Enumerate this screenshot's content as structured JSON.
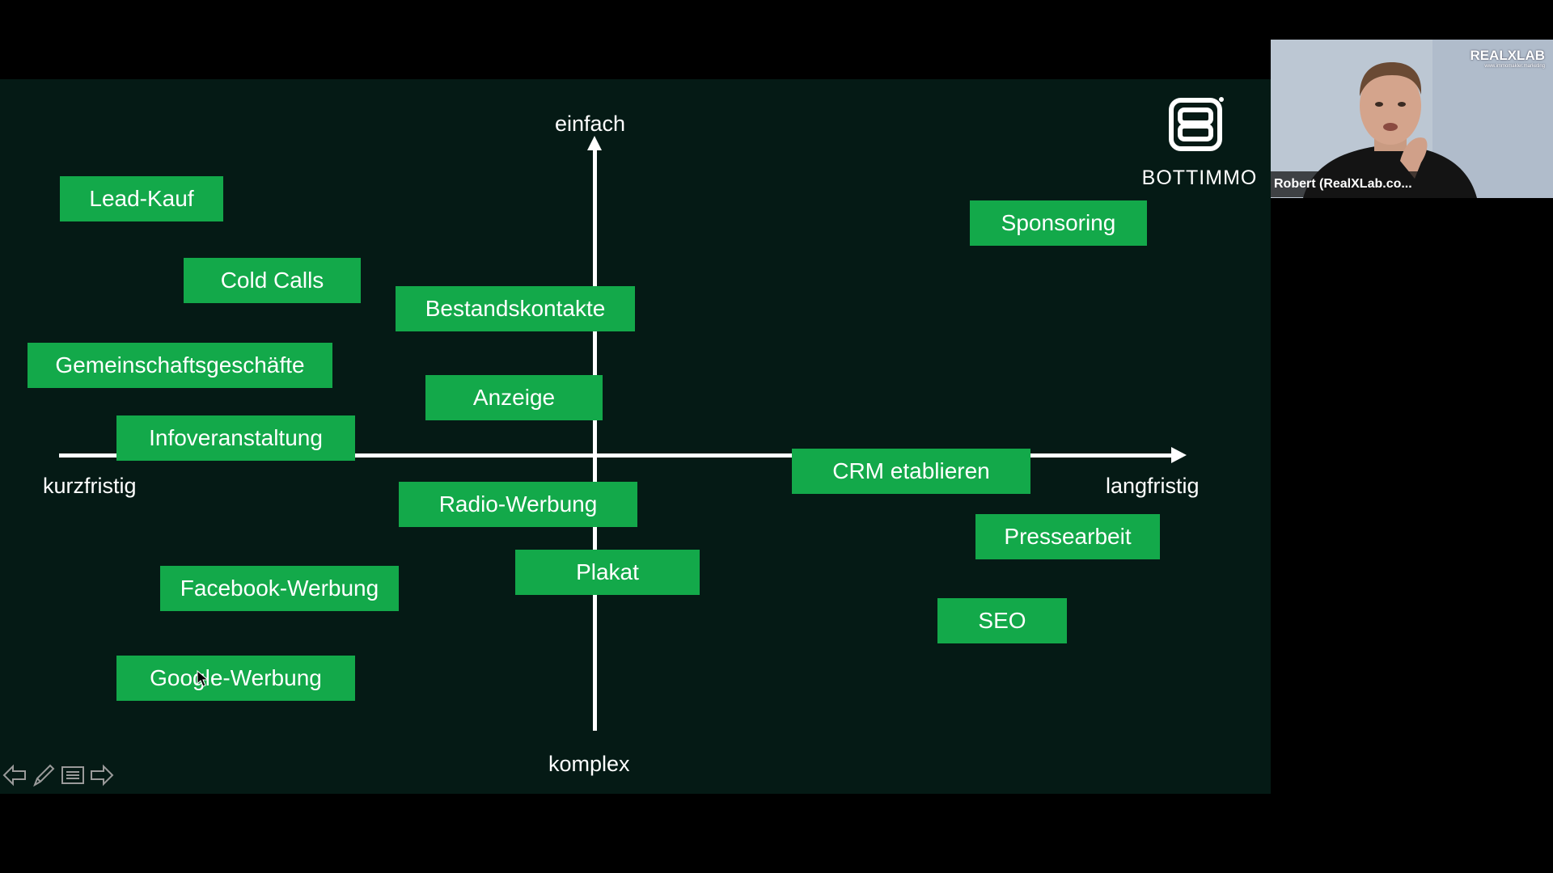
{
  "slide": {
    "axes": {
      "top_label": "einfach",
      "bottom_label": "komplex",
      "left_label": "kurzfristig",
      "right_label": "langfristig"
    },
    "tags": [
      "Lead-Kauf",
      "Cold Calls",
      "Bestandskontakte",
      "Gemeinschaftsgeschäfte",
      "Anzeige",
      "Infoveranstaltung",
      "Radio-Werbung",
      "Plakat",
      "Facebook-Werbung",
      "Google-Werbung",
      "Sponsoring",
      "CRM etablieren",
      "Pressearbeit",
      "SEO"
    ],
    "logo_text": "BOTTIMMO"
  },
  "webcam": {
    "participant_name": "Robert (RealXLab.co...",
    "brand": "REALXLAB",
    "brand_sub": "www.immomakler.marketing"
  },
  "colors": {
    "slide_background": "#051a15",
    "tag_green": "#13a94a",
    "axis_white": "#ffffff"
  },
  "icons": [
    "previous-slide-icon",
    "pen-icon",
    "slide-menu-icon",
    "next-slide-icon",
    "mouse-pointer-icon"
  ]
}
